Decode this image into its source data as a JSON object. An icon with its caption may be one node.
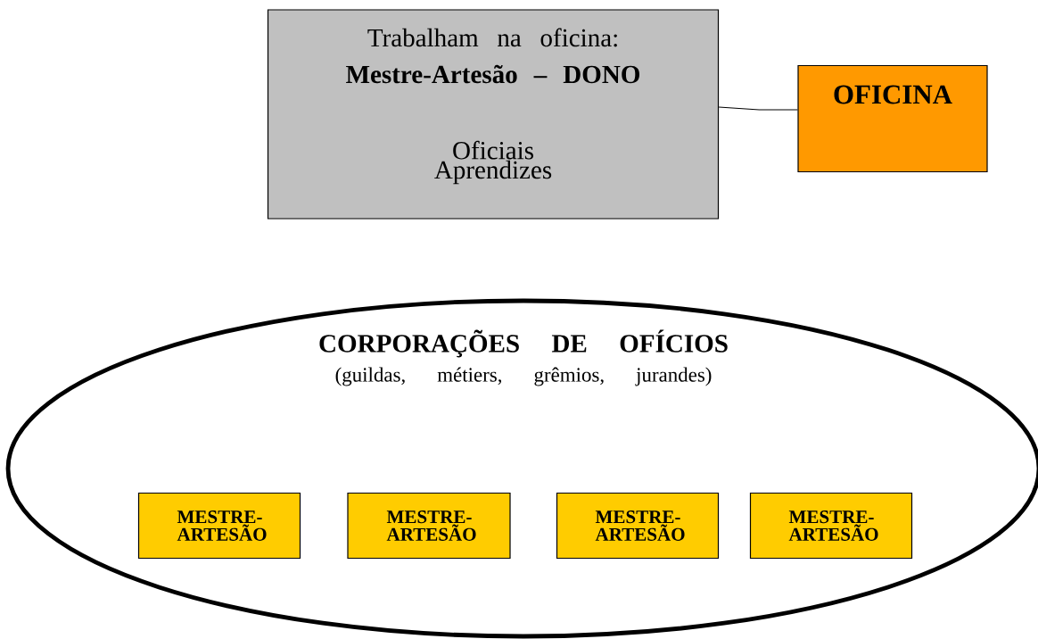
{
  "diagram": {
    "nodes": [
      {
        "text": [
          "Trabalham na oficina:",
          "Mestre-Artesão – DONO",
          "Oficiais Aprendizes"
        ]
      },
      {
        "text": [
          "OFICINA"
        ]
      },
      {
        "text": [
          "CORPORAÇÕES DE OFÍCIOS",
          "(guildas, métiers, grêmios, jurandes)"
        ]
      },
      {
        "text": [
          "MESTRE-ARTESÃO"
        ],
        "in": 2
      },
      {
        "text": [
          "MESTRE-ARTESÃO"
        ],
        "in": 2
      },
      {
        "text": [
          "MESTRE-ARTESÃO"
        ],
        "in": 2
      },
      {
        "text": [
          "MESTRE-ARTESÃO"
        ],
        "in": 2
      }
    ],
    "edges": [
      {
        "from": 1,
        "to": 0,
        "arrow": "none"
      }
    ]
  }
}
